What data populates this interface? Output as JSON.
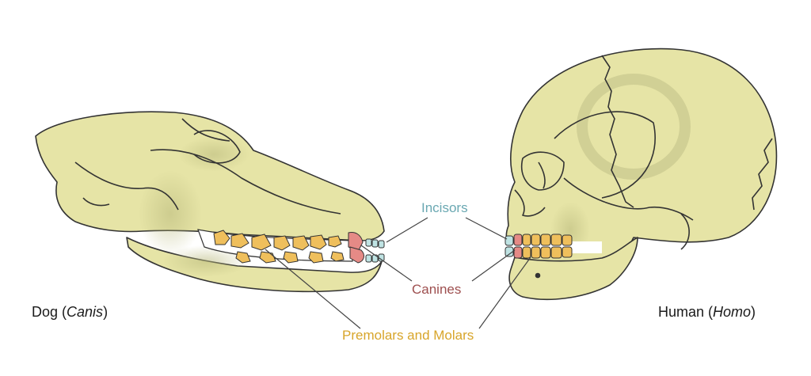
{
  "labels": {
    "incisors": "Incisors",
    "canines": "Canines",
    "premolars_molars": "Premolars and Molars"
  },
  "species": {
    "dog": {
      "common": "Dog",
      "genus": "Canis"
    },
    "human": {
      "common": "Human",
      "genus": "Homo"
    }
  },
  "colors": {
    "bone": "#e6e4a6",
    "bone_shadow": "#c9c88c",
    "outline": "#333333",
    "incisor": "#bfe3e3",
    "canine": "#e58a86",
    "premolar_molar": "#efbf5c",
    "incisor_text": "#6aa8b2",
    "canine_text": "#9e4f4f",
    "premolar_text": "#d8a52a",
    "leader_line": "#444444"
  },
  "icons": {
    "dog_skull": "dog-skull-illustration",
    "human_skull": "human-skull-illustration"
  }
}
